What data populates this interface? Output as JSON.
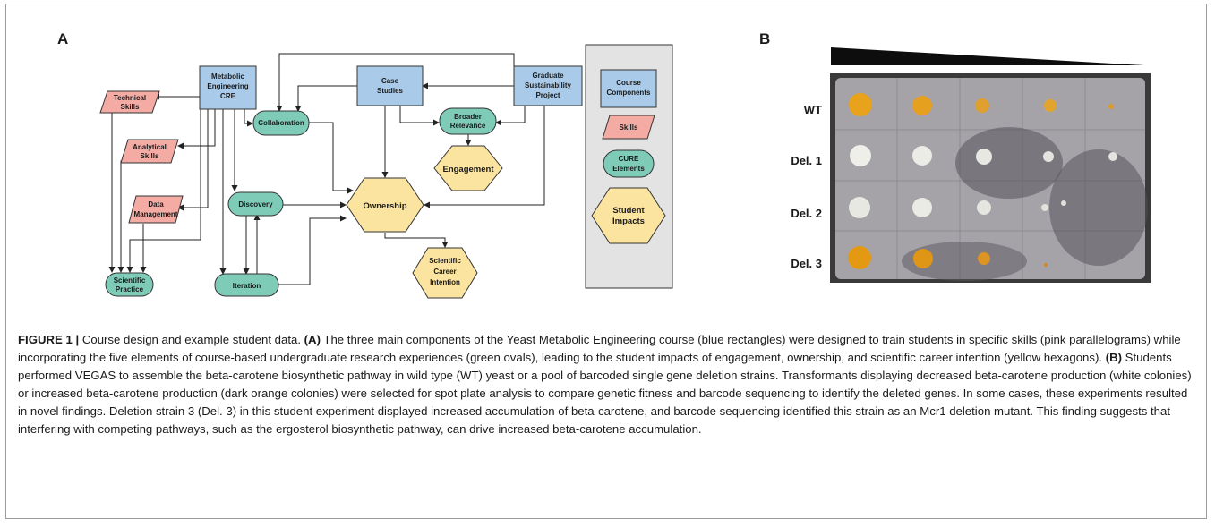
{
  "panels": {
    "a": "A",
    "b": "B"
  },
  "nodes": {
    "me_cre": [
      "Metabolic",
      "Engineering",
      "CRE"
    ],
    "case_studies": [
      "Case",
      "Studies"
    ],
    "grad_project": [
      "Graduate",
      "Sustainability",
      "Project"
    ],
    "technical_skills": [
      "Technical",
      "Skills"
    ],
    "analytical_skills": [
      "Analytical",
      "Skills"
    ],
    "data_management": [
      "Data",
      "Management"
    ],
    "collaboration": "Collaboration",
    "discovery": "Discovery",
    "iteration": "Iteration",
    "scientific_practice": [
      "Scientific",
      "Practice"
    ],
    "broader_relevance": [
      "Broader",
      "Relevance"
    ],
    "engagement": "Engagement",
    "ownership": "Ownership",
    "career_intention": [
      "Scientific",
      "Career",
      "Intention"
    ]
  },
  "legend": {
    "course_components": [
      "Course",
      "Components"
    ],
    "skills": "Skills",
    "cure_elements": [
      "CURE",
      "Elements"
    ],
    "student_impacts": [
      "Student",
      "Impacts"
    ]
  },
  "strains": [
    "WT",
    "Del. 1",
    "Del. 2",
    "Del. 3"
  ],
  "colors": {
    "blue": "#a9cbe9",
    "pink": "#f3aba4",
    "green": "#7ecbb7",
    "yellow": "#fbe49f",
    "orange": "#e8a21c"
  },
  "caption": {
    "figure_label": "FIGURE 1 |",
    "intro": " Course design and example student data. ",
    "a_label": "(A)",
    "a_text": " The three main components of the Yeast Metabolic Engineering course (blue rectangles) were designed to train students in specific skills (pink parallelograms) while incorporating the five elements of course-based undergraduate research experiences (green ovals), leading to the student impacts of engagement, ownership, and scientific career intention (yellow hexagons). ",
    "b_label": "(B)",
    "b_text": " Students performed VEGAS to assemble the beta-carotene biosynthetic pathway in wild type (WT) yeast or a pool of barcoded single gene deletion strains. Transformants displaying decreased beta-carotene production (white colonies) or increased beta-carotene production (dark orange colonies) were selected for spot plate analysis to compare genetic fitness and barcode sequencing to identify the deleted genes. In some cases, these experiments resulted in novel findings. Deletion strain 3 (Del. 3) in this student experiment displayed increased accumulation of beta-carotene, and barcode sequencing identified this strain as an Mcr1 deletion mutant. This finding suggests that interfering with competing pathways, such as the ergosterol biosynthetic pathway, can drive increased beta-carotene accumulation."
  }
}
